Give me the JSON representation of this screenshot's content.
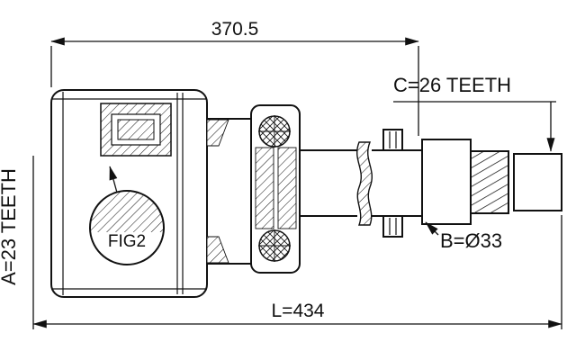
{
  "labels": {
    "top_dimension": "370.5",
    "spline_c": "C=26 TEETH",
    "spline_a": "A=23 TEETH",
    "diameter_b": "B=Ø33",
    "overall_length": "L=434",
    "figure_callout": "FIG2"
  },
  "colors": {
    "ink": "#111111",
    "background": "#ffffff"
  }
}
